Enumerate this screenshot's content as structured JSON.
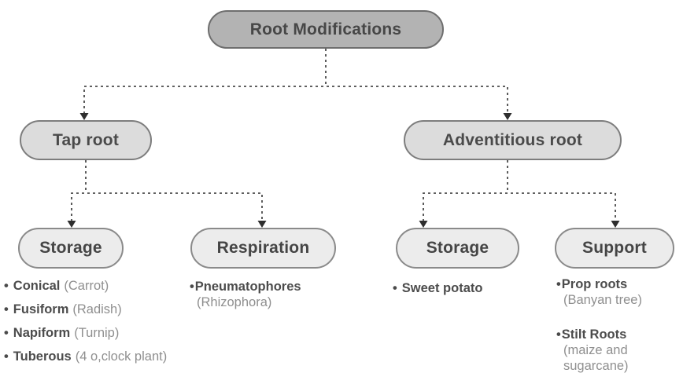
{
  "diagram": {
    "root": {
      "label": "Root Modifications"
    },
    "tap": {
      "label": "Tap root",
      "storage": {
        "label": "Storage",
        "items": [
          {
            "term": "Conical",
            "example": "(Carrot)"
          },
          {
            "term": "Fusiform",
            "example": "(Radish)"
          },
          {
            "term": "Napiform",
            "example": "(Turnip)"
          },
          {
            "term": "Tuberous",
            "example": "(4 o,clock plant)"
          }
        ]
      },
      "respiration": {
        "label": "Respiration",
        "items": [
          {
            "term": "Pneumatophores",
            "example": "(Rhizophora)"
          }
        ]
      }
    },
    "adventitious": {
      "label": "Adventitious root",
      "storage": {
        "label": "Storage",
        "items": [
          {
            "term": "Sweet potato"
          }
        ]
      },
      "support": {
        "label": "Support",
        "items": [
          {
            "term": "Prop roots",
            "example": "(Banyan tree)"
          },
          {
            "term": "Stilt Roots",
            "example": "(maize and sugarcane)"
          }
        ]
      }
    },
    "colors": {
      "root_fill": "#b3b3b3",
      "branch_fill": "#dcdcdc",
      "leaf_fill": "#ececec",
      "pill_border": "#6e6e6e",
      "connector": "#4a4a4a",
      "term_text": "#4c4c4c",
      "example_text": "#8f8f8f",
      "background": "#ffffff"
    }
  }
}
